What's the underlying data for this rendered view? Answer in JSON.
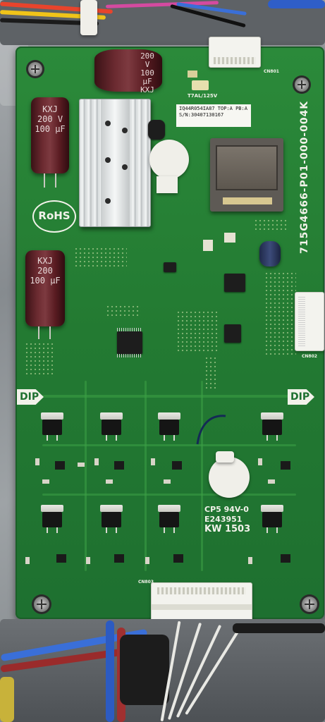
{
  "board": {
    "part_number": "715G4666-P01-000-004K",
    "rohs_mark": "RoHS"
  },
  "capacitors": {
    "top_left": {
      "lines": [
        "200 V",
        "100 µF",
        "KXJ"
      ]
    },
    "top_center": {
      "lines": [
        "200 V",
        "100 µF",
        "KXJ"
      ]
    },
    "left_mid": {
      "lines": [
        "KXJ",
        "200",
        "100 µF"
      ]
    }
  },
  "sticker": {
    "line1": "IQ44R054IA87    TOP:A PB:A",
    "line2": "S/N:30407130167"
  },
  "fuse_label": "T7AL/125V",
  "ul_marking": {
    "line1": "CP5 94V-0",
    "line2": "E243951",
    "line3": "KW 1503"
  },
  "dip_labels": {
    "left": "DIP",
    "right": "DIP"
  },
  "connector_labels": {
    "top": "CN801",
    "bottom": "CN803",
    "right": "CN802"
  }
}
